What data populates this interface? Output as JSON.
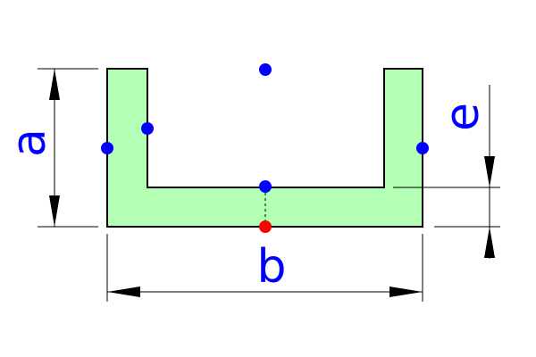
{
  "colors": {
    "fill": "#b3ffb3",
    "outline": "#000000",
    "label": "#0000ff",
    "point": "#0000ff",
    "centroid": "#ff0000",
    "centroid_line": "#008000"
  },
  "labels": {
    "a": "a",
    "b": "b",
    "e": "e"
  }
}
